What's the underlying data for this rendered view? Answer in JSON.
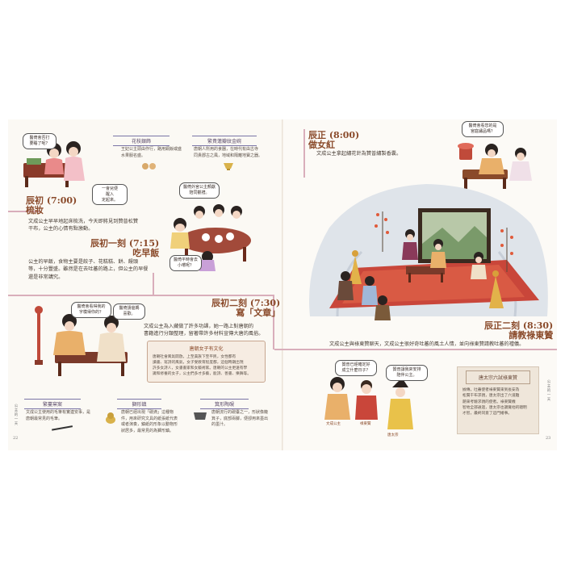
{
  "left": {
    "bubble_top": "醫倚會否打\n要睡了呢？",
    "bubble_mid": "一會兒便\n醒入\n定起來。",
    "tabs": [
      "花枝銀飾",
      "繁貴蓮瓣紋金碗"
    ],
    "tab_note1": "王妃公主頭由作行，路用銅飯或盛\n水果服名盛。",
    "tab_note2": "唐朝人所用的食器，在時代有由古寺\n同貴郡古之風，地域和隔離地寶之器。",
    "bubble_kids": "醫倚外宮公主顏獻\n陪同觀禮。",
    "bubble_girl": "醫倚平時會去\n小嚐呢？",
    "time1": "辰初 (7:00)",
    "time1_sub": "梳妝",
    "para1": "文成公主早早地起床梳洗，今天即將見到贊普松贊\n干布，公主的心情有點激動。",
    "time2": "辰初一刻 (7:15)",
    "time2_sub": "吃早飯",
    "para2": "公主的早飯，食物主要是餃子、花糕糕、餅、饅頭\n等，十分豐盛。雖然是在去吐蕃的路上，但公主的早餐\n還是非常講究。",
    "time3": "辰初二刻 (7:30)",
    "time3_sub": "寫「文章」",
    "para3": "文成公主為入藏做了許多功課，她一路上對唐朝的\n書籍進行分類整理，留著帶許多材料宣傳大唐的風俗。",
    "bubble_write": "醫倚會看得我的\n字模得你的？",
    "bubble_write2": "醫倚請爸媽\n喜歡。",
    "box_title": "唐朝女子有文化",
    "box_body": "唐朝社會風氣開放，上至貴族下至平民，女性都有\n讀書、寫詩的風氣，女子受教育程度都，這個時期出現\n許多女詩人，女書書家和女藝術家。唐朝的公主更遠有學\n識和修養的女子，公主們多才多藝，能詩、善書、樂舞等。",
    "bottom_tabs": [
      "繁蔓窯案",
      "獅形鎮",
      "箕形陶硯"
    ],
    "bottom_note1": "文成公主使用的毛筆有實連安事，是\n唐朝最常見的毛筆。",
    "bottom_note2": "唐朝已經出現「硯滴」這種物\n件，用來研究文具的紙張紙代表\n或者演奏，鎮紙的形象以動物形\n狀居多，最常見的為獅形鎮。",
    "bottom_note3": "唐朝流行的硯臺之一，形狀像簸\n箕子，底部兩腳，便卻用來墨出\n的墨汁。",
    "pagenum": "22",
    "margin": "公主的一天"
  },
  "right": {
    "time1": "辰正 (8:00)",
    "time1_sub": "做女紅",
    "para1": "文成公主拿起繡花針為贊普繡製香囊。",
    "bubble_top": "醫倚會看您的是\n宮庭繡品嗎？",
    "time2": "辰正二刻 (8:30)",
    "time2_sub": "請教祿東贊",
    "para2": "文成公主與祿東贊聊天，文成公主很好奇吐蕃的風土人情，並向祿東贊請教吐蕃的禮儀。",
    "bubble_l": "贊普已經確定好\n成立什麼日子？",
    "bubble_r": "贊普讓我來安排\n陪伴公主。",
    "char_labels": [
      "文成公主",
      "祿東贊",
      "唐太宗"
    ],
    "paper_title": "唐太宗六試祿東贊",
    "paper_body": "據傳，吐蕃使者祿東贊來到長安為\n松贊干布求親，唐太宗出了六道難\n題來考驗求親的使者。祿東贊機\n智地全部通過，唐太宗也讚賞他的聰明\n才智，最終同意了這門婚事。",
    "pagenum": "23",
    "margin": "公主的一天"
  }
}
